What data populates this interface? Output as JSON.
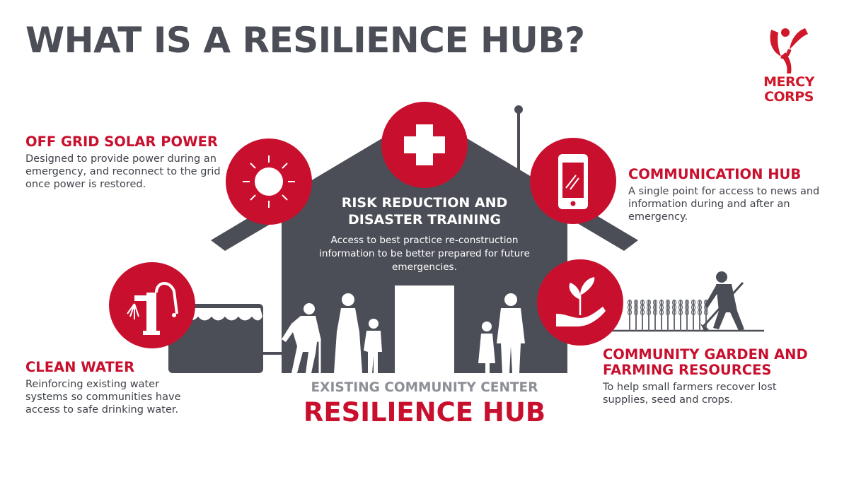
{
  "title": "WHAT IS A RESILIENCE HUB?",
  "logo": {
    "line1": "MERCY",
    "line2": "CORPS"
  },
  "features": {
    "solar": {
      "title": "OFF GRID SOLAR POWER",
      "text": "Designed to provide power during an emergency, and reconnect to the grid once power is restored.",
      "icon": "sun-icon"
    },
    "risk": {
      "title_line1": "RISK REDUCTION AND",
      "title_line2": "DISASTER TRAINING",
      "text": "Access to best practice re-construction information to be better prepared for future emergencies.",
      "icon": "medical-cross-icon"
    },
    "communication": {
      "title": "COMMUNICATION HUB",
      "text": "A single point for access to news and information during and after an emergency.",
      "icon": "smartphone-icon"
    },
    "water": {
      "title": "CLEAN WATER",
      "text": "Reinforcing existing water systems so communities have access to safe drinking water.",
      "icon": "water-pump-icon"
    },
    "garden": {
      "title_line1": "COMMUNITY GARDEN AND",
      "title_line2": "FARMING RESOURCES",
      "text": "To help small farmers recover lost supplies, seed and crops.",
      "icon": "seedling-hand-icon"
    }
  },
  "hub": {
    "subtitle": "EXISTING COMMUNITY CENTER",
    "title": "RESILIENCE HUB"
  },
  "colors": {
    "red": "#c8102e",
    "gray": "#4b4e57",
    "text": "#3f424a"
  }
}
